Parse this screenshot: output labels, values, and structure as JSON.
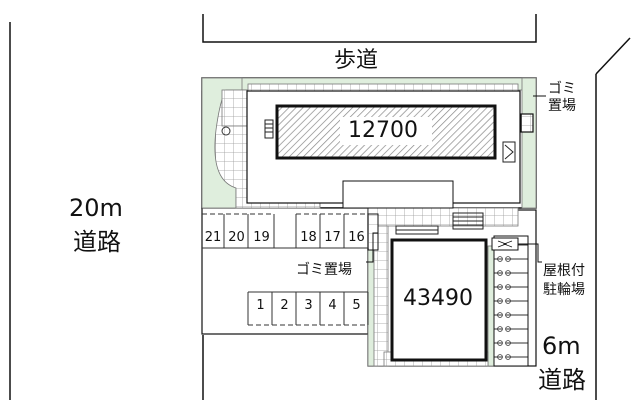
{
  "labels": {
    "sidewalk": "歩道",
    "road_left_width": "20m",
    "road_left_name": "道路",
    "road_right_width": "6m",
    "road_right_name": "道路",
    "garbage_top_line1": "ゴミ",
    "garbage_top_line2": "置場",
    "garbage_mid": "ゴミ置場",
    "bike_line1": "屋根付",
    "bike_line2": "駐輪場"
  },
  "buildings": {
    "main_code": "12700",
    "sub_code": "43490"
  },
  "parking": {
    "row_top": [
      "21",
      "20",
      "19",
      "18",
      "17",
      "16"
    ],
    "row_bottom": [
      "1",
      "2",
      "3",
      "4",
      "5"
    ]
  },
  "colors": {
    "line": "#111111",
    "green": "#dfeedd",
    "hatch": "#888888",
    "paving": "#ffffff"
  }
}
